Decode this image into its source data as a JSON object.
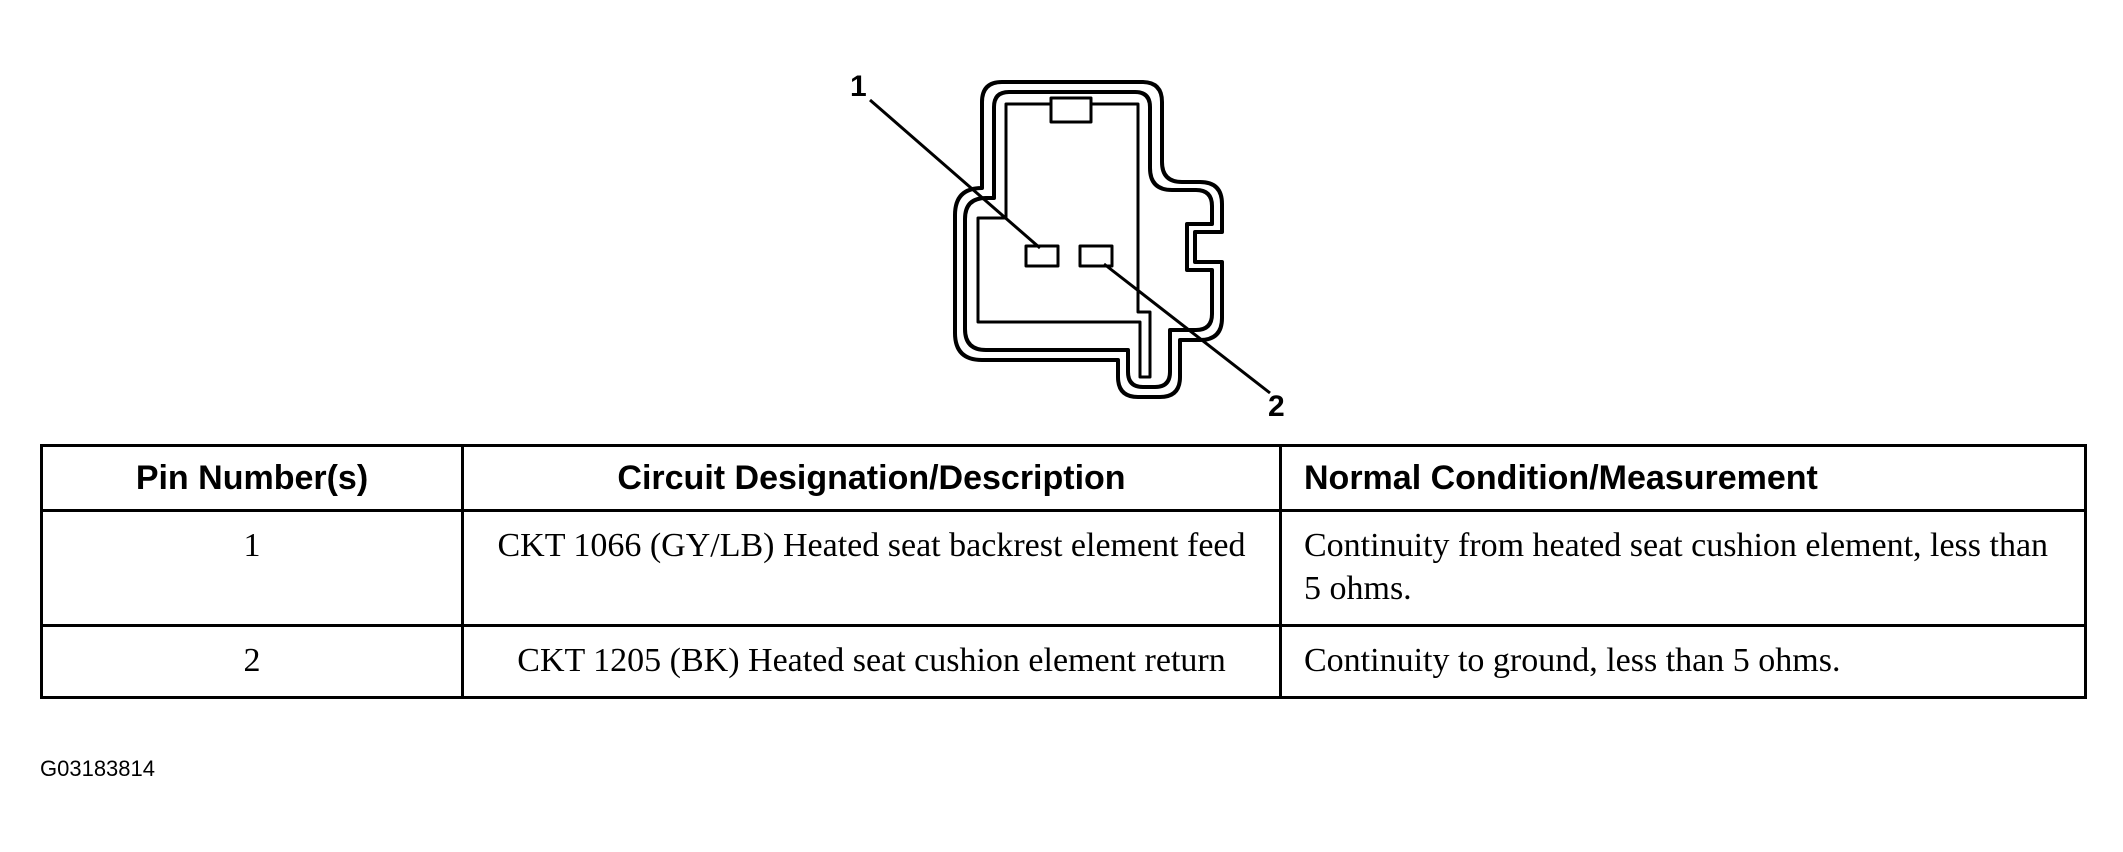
{
  "connector": {
    "pin_labels": [
      "1",
      "2"
    ]
  },
  "table": {
    "headers": [
      "Pin Number(s)",
      "Circuit Designation/Description",
      "Normal Condition/Measurement"
    ],
    "rows": [
      {
        "pin": "1",
        "circuit": "CKT 1066 (GY/LB) Heated seat backrest element feed",
        "condition": "Continuity from heated seat cushion element, less than 5 ohms."
      },
      {
        "pin": "2",
        "circuit": "CKT 1205 (BK) Heated seat cushion element return",
        "condition": "Continuity to ground, less than 5 ohms."
      }
    ]
  },
  "figure_id": "G03183814"
}
